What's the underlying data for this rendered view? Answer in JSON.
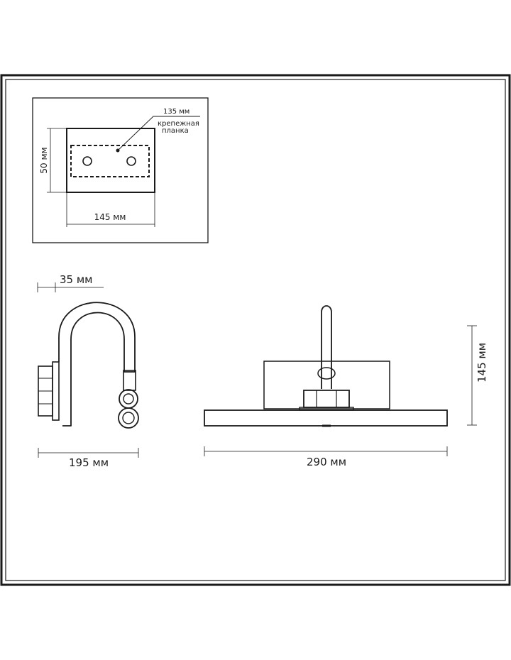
{
  "drawing": {
    "mount_plate": {
      "width_label": "135 мм",
      "plate_label_line1": "крепежная",
      "plate_label_line2": "планка",
      "height_label": "50 мм",
      "base_width_label": "145 мм"
    },
    "side_view": {
      "depth_label": "35 мм",
      "reach_label": "195 мм"
    },
    "front_view": {
      "height_label": "145 мм",
      "width_label": "290 мм"
    }
  }
}
